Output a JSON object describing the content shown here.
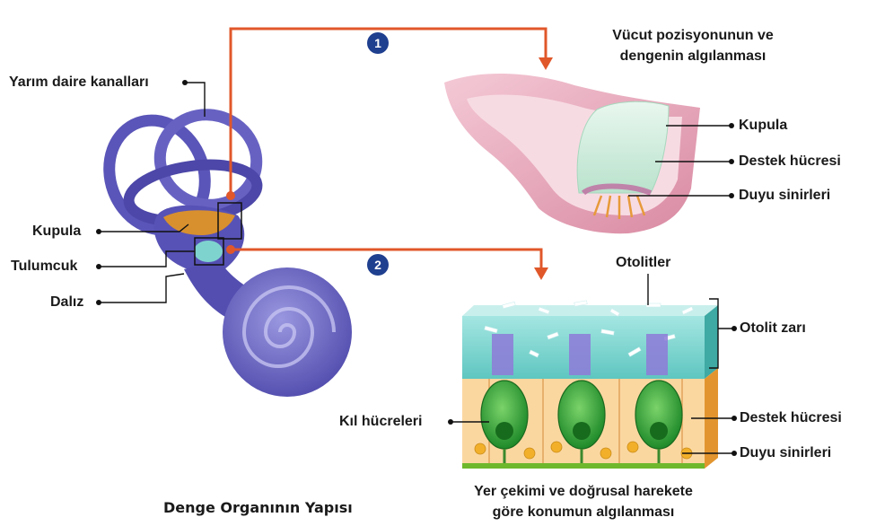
{
  "caption": "Denge Organının Yapısı",
  "labels": {
    "yarim_daire": "Yarım daire kanalları",
    "kupula_left": "Kupula",
    "tulumcuk": "Tulumcuk",
    "daliz": "Dalız",
    "top_title_line1": "Vücut pozisyonunun ve",
    "top_title_line2": "dengenin algılanması",
    "kupula_top": "Kupula",
    "destek_top": "Destek hücresi",
    "duyu_top": "Duyu sinirleri",
    "otolitler": "Otolitler",
    "otolit_zari": "Otolit zarı",
    "kil_hucreleri": "Kıl hücreleri",
    "destek_bottom": "Destek hücresi",
    "duyu_bottom": "Duyu sinirleri",
    "bottom_title_line1": "Yer çekimi ve doğrusal harekete",
    "bottom_title_line2": "göre konumun algılanması"
  },
  "badges": {
    "one": "1",
    "two": "2"
  },
  "colors": {
    "arrow": "#e0572a",
    "badge": "#1f3f8f",
    "canal": "#5a55b8",
    "membrane": "#7fd3cf",
    "tissue_pink": "#e6a6b8",
    "cell_green": "#3fae3a",
    "support_orange": "#f2b25a"
  }
}
